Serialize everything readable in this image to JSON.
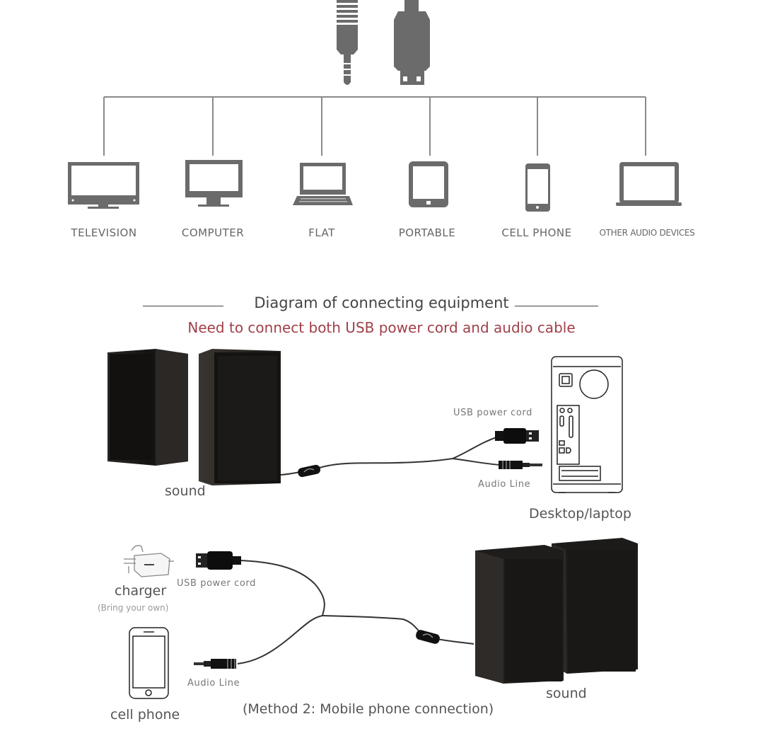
{
  "connectors": {
    "audio_jack_icon": "3.5mm-audio-jack",
    "usb_plug_icon": "usb-a-plug"
  },
  "devices": [
    {
      "label": "TELEVISION",
      "icon": "television-icon"
    },
    {
      "label": "COMPUTER",
      "icon": "monitor-icon"
    },
    {
      "label": "FLAT",
      "icon": "laptop-icon"
    },
    {
      "label": "PORTABLE",
      "icon": "tablet-icon"
    },
    {
      "label": "CELL PHONE",
      "icon": "cell-phone-icon"
    },
    {
      "label": "OTHER AUDIO DEVICES",
      "icon": "laptop-icon"
    }
  ],
  "diagram": {
    "title": "Diagram of connecting equipment",
    "subtitle": "Need to connect both USB power cord and audio cable",
    "colors": {
      "subtitle": "#a0404a",
      "icon_gray": "#6b6b6b",
      "speaker": "#1c1a18"
    }
  },
  "method1": {
    "speakers_label": "sound",
    "usb_label": "USB power cord",
    "audio_label": "Audio Line",
    "computer_label": "Desktop/laptop"
  },
  "method2": {
    "charger_label": "charger",
    "charger_note": "(Bring your own)",
    "usb_label": "USB power cord",
    "phone_label": "cell phone",
    "audio_label": "Audio Line",
    "speakers_label": "sound",
    "caption": "(Method 2: Mobile phone connection)"
  }
}
